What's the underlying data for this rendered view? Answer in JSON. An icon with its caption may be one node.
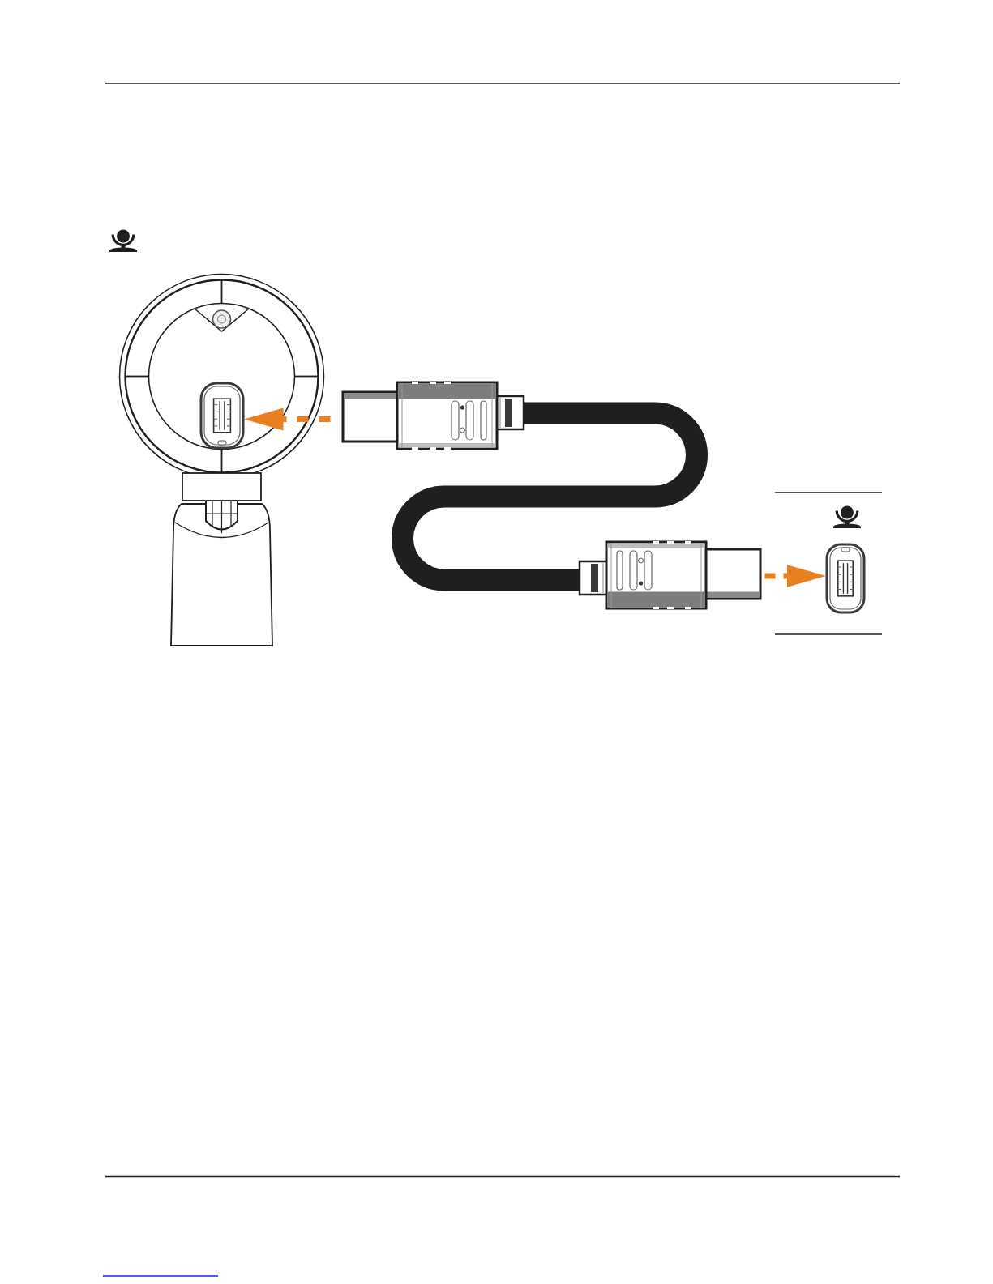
{
  "diagram": {
    "nodes": [
      {
        "text": [],
        "shape": "picture"
      },
      {
        "text": [],
        "shape": "picture",
        "in": 0
      },
      {
        "text": [],
        "shape": "picture"
      },
      {
        "text": [],
        "shape": "picture"
      }
    ],
    "edges": [
      {
        "from": 2,
        "to": 1,
        "arrow": "to",
        "style": "dashed"
      },
      {
        "from": 2,
        "to": 3,
        "arrow": "to",
        "style": "dashed"
      }
    ]
  }
}
